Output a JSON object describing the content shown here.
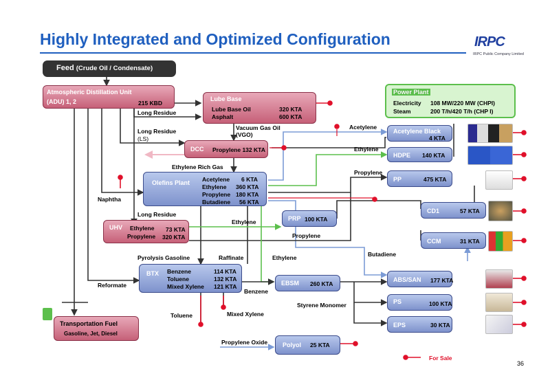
{
  "title": "Highly Integrated and Optimized Configuration",
  "logo": {
    "name": "IRPC",
    "sub": "IRPC Public Company Limited"
  },
  "feed": "Feed",
  "feed_sub": "(Crude Oil / Condensate)",
  "adu": {
    "l1": "Atmospheric Distillation Unit",
    "l2": "(ADU)  1, 2",
    "cap": "215 KBD"
  },
  "lube": {
    "name": "Lube Base",
    "r1": "Lube Base Oil",
    "v1": "320 KTA",
    "r2": "Asphalt",
    "v2": "600 KTA"
  },
  "power": {
    "name": "Power Plant",
    "r1": "Electricity",
    "v1": "108  MW/220 MW (CHPI)",
    "r2": "Steam",
    "v2": "200  T/h/420 T/h (CHP I)"
  },
  "dcc": {
    "name": "DCC",
    "product": "Propylene 132 KTA"
  },
  "olefins": {
    "name": "Olefins Plant",
    "rows": [
      [
        "Acetylene",
        "6 KTA"
      ],
      [
        "Ethylene",
        "360 KTA"
      ],
      [
        "Propylene",
        "180 KTA"
      ],
      [
        "Butadiene",
        "56 KTA"
      ]
    ]
  },
  "uhv": {
    "name": "UHV",
    "rows": [
      [
        "Ethylene",
        "73 KTA"
      ],
      [
        "Propylene",
        "320 KTA"
      ]
    ]
  },
  "btx": {
    "name": "BTX",
    "rows": [
      [
        "Benzene",
        "114 KTA"
      ],
      [
        "Toluene",
        "132 KTA"
      ],
      [
        "Mixed Xylene",
        "121 KTA"
      ]
    ]
  },
  "prp": {
    "name": "PRP",
    "cap": "100 KTA"
  },
  "ebsm": {
    "name": "EBSM",
    "cap": "260 KTA"
  },
  "polyol": {
    "name": "Polyol",
    "cap": "25 KTA"
  },
  "transport": {
    "l1": "Transportation Fuel",
    "l2": "Gasoline, Jet, Diesel"
  },
  "right": [
    {
      "name": "Acetylene Black",
      "cap": "4 KTA"
    },
    {
      "name": "HDPE",
      "cap": "140 KTA"
    },
    {
      "name": "PP",
      "cap": "475 KTA"
    },
    {
      "name": "CD1",
      "cap": "57 KTA"
    },
    {
      "name": "CCM",
      "cap": "31 KTA"
    },
    {
      "name": "ABS/SAN",
      "cap": "177 KTA"
    },
    {
      "name": "PS",
      "cap": "100 KTA"
    },
    {
      "name": "EPS",
      "cap": "30 KTA"
    }
  ],
  "labels": {
    "long_residue": "Long Residue",
    "long_residue_ls": "Long Residue",
    "ls": "(LS)",
    "vgo1": "Vacuum Gas Oil",
    "vgo2": "(VGO)",
    "ethylene_rich_gas": "Ethylene Rich Gas",
    "naphtha": "Naphtha",
    "long_residue2": "Long Residue",
    "acetylene": "Acetylene",
    "ethylene": "Ethylene",
    "propylene": "Propylene",
    "ethylene2": "Ethylene",
    "propylene2": "Propylene",
    "pyrolysis": "Pyrolysis Gasoline",
    "raffinate": "Raffinate",
    "ethylene3": "Ethylene",
    "butadiene": "Butadiene",
    "reformate": "Reformate",
    "benzene": "Benzene",
    "styrene": "Styrene Monomer",
    "toluene": "Toluene",
    "mixed_xylene": "Mixed Xylene",
    "propylene_oxide": "Propylene Oxide",
    "for_sale": "For Sale"
  },
  "page_number": "36",
  "colors": {
    "title": "#1f5fbf",
    "arrow_dark": "#333333",
    "arrow_green": "#5cbf4c",
    "arrow_blue": "#7b9bd6",
    "sale": "#e0102a"
  }
}
